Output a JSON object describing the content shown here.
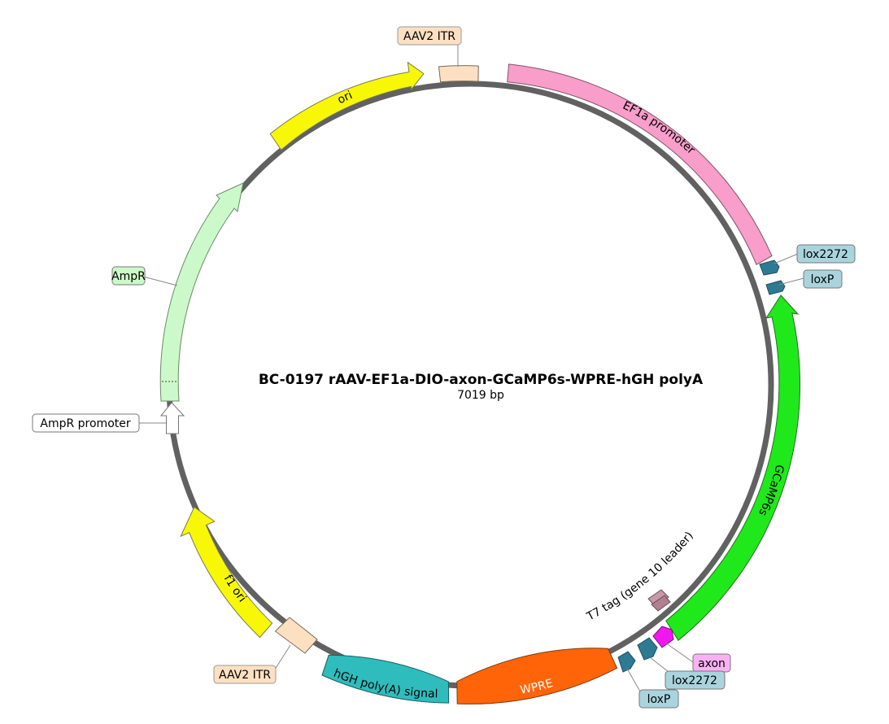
{
  "map": {
    "name": "BC-0197   rAAV-EF1a-DIO-axon-GCaMP6s-WPRE-hGH polyA",
    "length": "7019 bp"
  },
  "features": [
    {
      "id": "aav2-itr-top",
      "label": "AAV2 ITR",
      "color": "#fde0c2",
      "shape": "box"
    },
    {
      "id": "ef1a-promoter",
      "label": "EF1a promoter",
      "color": "#f99dcb",
      "shape": "box"
    },
    {
      "id": "lox2272-top",
      "label": "lox2272",
      "color": "#2e7a93",
      "shape": "arrow"
    },
    {
      "id": "loxp-top",
      "label": "loxP",
      "color": "#2e7a93",
      "shape": "arrow"
    },
    {
      "id": "gcamp6s",
      "label": "GCaMP6s",
      "color": "#1fe91a",
      "shape": "arrow"
    },
    {
      "id": "t7-tag",
      "label": "T7 tag (gene 10 leader)",
      "color": "#c79aa8",
      "shape": "arrow"
    },
    {
      "id": "axon",
      "label": "axon",
      "color": "#f217ee",
      "shape": "arrow"
    },
    {
      "id": "lox2272-bottom",
      "label": "lox2272",
      "color": "#2e7a93",
      "shape": "arrow"
    },
    {
      "id": "loxp-bottom",
      "label": "loxP",
      "color": "#2e7a93",
      "shape": "arrow"
    },
    {
      "id": "wpre",
      "label": "WPRE",
      "color": "#ff6508",
      "shape": "box"
    },
    {
      "id": "hgh-polya",
      "label": "hGH poly(A) signal",
      "color": "#2fbcbc",
      "shape": "box"
    },
    {
      "id": "aav2-itr-bottom",
      "label": "AAV2 ITR",
      "color": "#fde0c2",
      "shape": "box"
    },
    {
      "id": "f1-ori",
      "label": "f1 ori",
      "color": "#f8f806",
      "shape": "arrow"
    },
    {
      "id": "ampr-promoter",
      "label": "AmpR promoter",
      "color": "#ffffff",
      "shape": "arrow"
    },
    {
      "id": "ampr",
      "label": "AmpR",
      "color": "#ccf9c9",
      "shape": "arrow"
    },
    {
      "id": "ori",
      "label": "ori",
      "color": "#f8f806",
      "shape": "arrow"
    }
  ]
}
